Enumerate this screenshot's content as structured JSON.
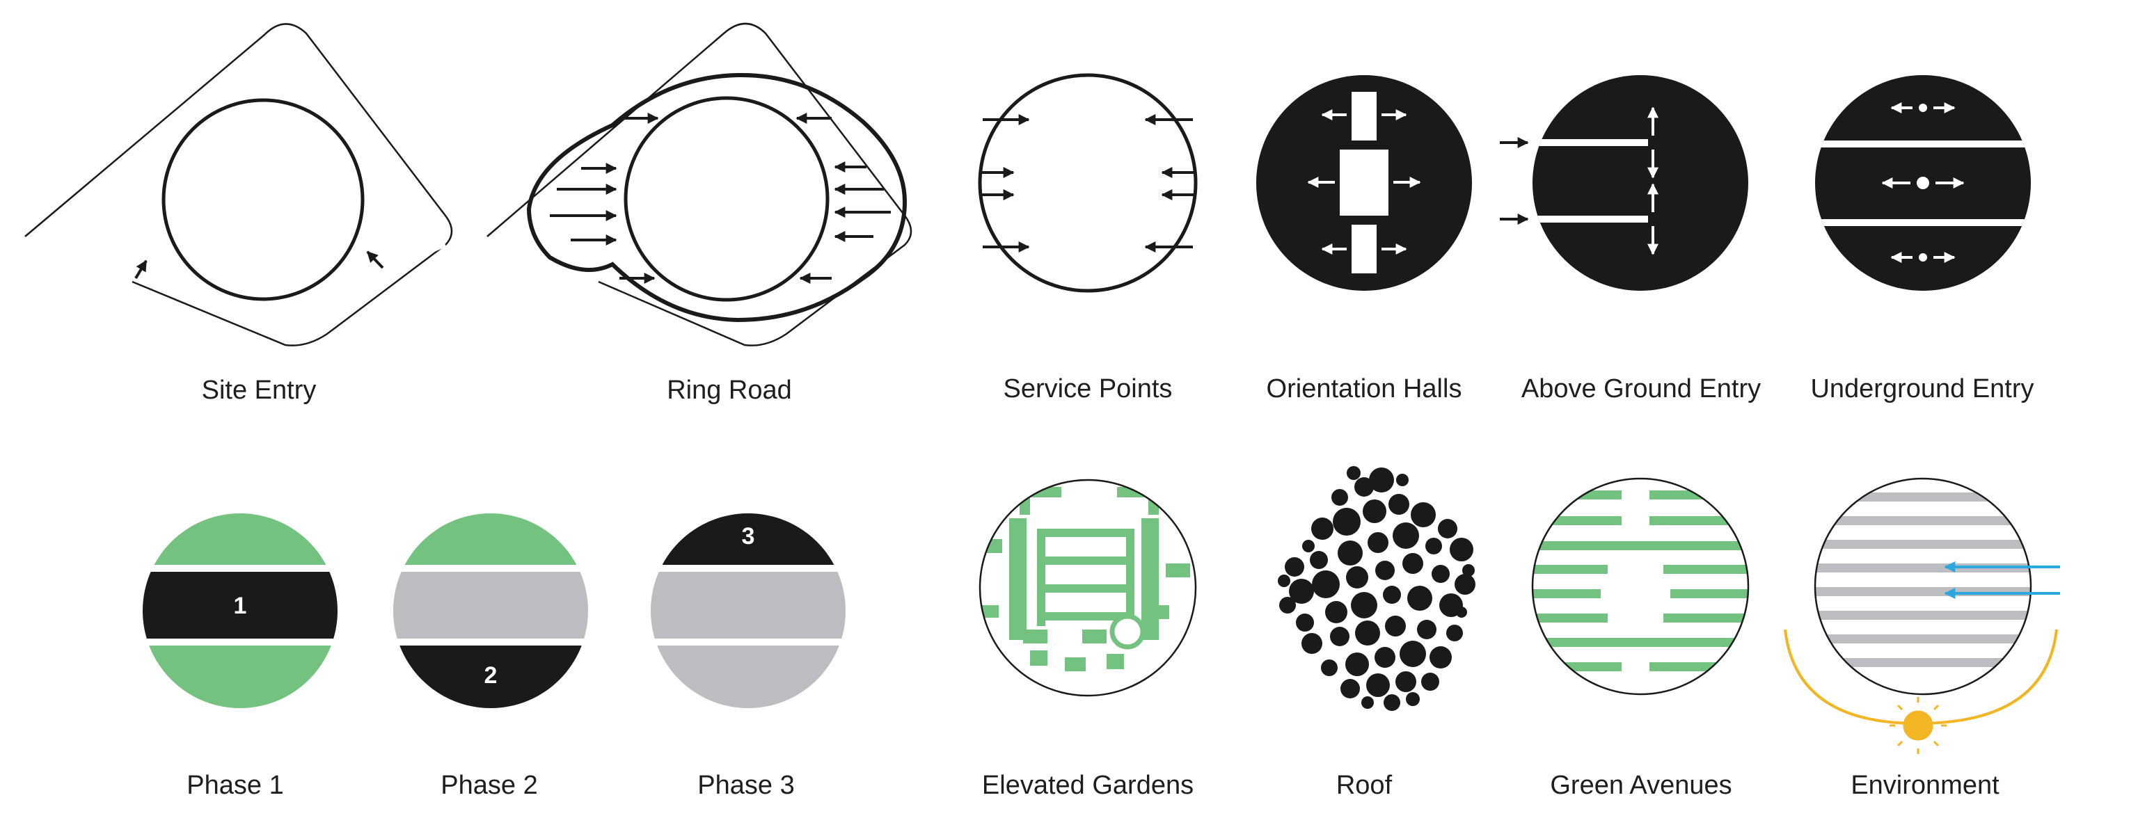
{
  "colors": {
    "black": "#1a1a1a",
    "green": "#74c27f",
    "gray": "#bbbdc0",
    "blue": "#2aa7dc",
    "sun": "#f2b625"
  },
  "captions": {
    "site_entry": "Site Entry",
    "ring_road": "Ring Road",
    "service_points": "Service Points",
    "orientation_halls": "Orientation Halls",
    "above_ground_entry": "Above Ground Entry",
    "underground_entry": "Underground Entry",
    "phase1": "Phase 1",
    "phase2": "Phase 2",
    "phase3": "Phase 3",
    "elevated_gardens": "Elevated Gardens",
    "roof": "Roof",
    "green_avenues": "Green Avenues",
    "environment": "Environment"
  },
  "phase_labels": {
    "p1": "1",
    "p2": "2",
    "p3": "3"
  },
  "icons": {
    "entry_arrow": "arrow-icon",
    "sun": "sun-icon",
    "wind_arrow": "wind-arrow-icon"
  }
}
